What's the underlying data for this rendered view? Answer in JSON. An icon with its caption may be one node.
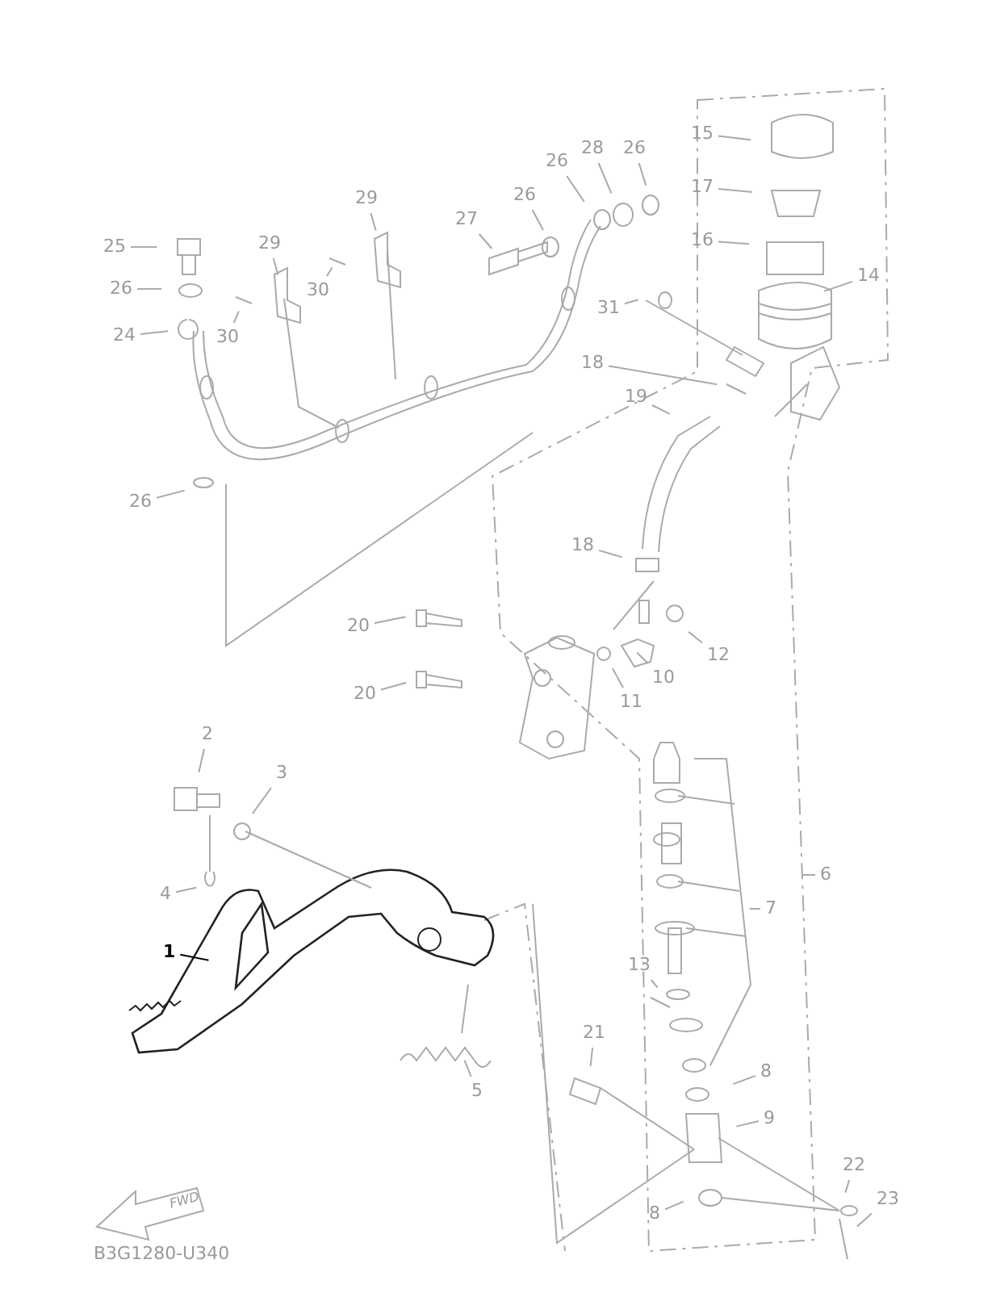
{
  "diagram": {
    "nodes": [
      {
        "text": [
          "15"
        ]
      },
      {
        "text": [
          "26"
        ]
      },
      {
        "text": [
          "17"
        ]
      },
      {
        "text": [
          "26"
        ]
      },
      {
        "text": [
          "28"
        ]
      },
      {
        "text": [
          "29"
        ]
      },
      {
        "text": [
          "26"
        ]
      },
      {
        "text": [
          "27"
        ]
      },
      {
        "text": [
          "16"
        ]
      },
      {
        "text": [
          "25"
        ]
      },
      {
        "text": [
          "29"
        ]
      },
      {
        "text": [
          "14"
        ]
      },
      {
        "text": [
          "30"
        ]
      },
      {
        "text": [
          "26"
        ]
      },
      {
        "text": [
          "31"
        ]
      },
      {
        "text": [
          "30"
        ]
      },
      {
        "text": [
          "24"
        ]
      },
      {
        "text": [
          "18"
        ]
      },
      {
        "text": [
          "19"
        ]
      },
      {
        "text": [
          "26"
        ]
      },
      {
        "text": [
          "18"
        ]
      },
      {
        "text": [
          "20"
        ]
      },
      {
        "text": [
          "12"
        ]
      },
      {
        "text": [
          "10"
        ]
      },
      {
        "text": [
          "11"
        ]
      },
      {
        "text": [
          "20"
        ]
      },
      {
        "text": [
          "2"
        ]
      },
      {
        "text": [
          "3"
        ]
      },
      {
        "text": [
          "6"
        ]
      },
      {
        "text": [
          "4"
        ]
      },
      {
        "text": [
          "7"
        ]
      },
      {
        "text": [
          "1"
        ]
      },
      {
        "text": [
          "13"
        ]
      },
      {
        "text": [
          "21"
        ]
      },
      {
        "text": [
          "8"
        ]
      },
      {
        "text": [
          "5"
        ]
      },
      {
        "text": [
          "9"
        ]
      },
      {
        "text": [
          "22"
        ]
      },
      {
        "text": [
          "23"
        ]
      },
      {
        "text": [
          "8"
        ]
      }
    ],
    "edges": [
      {
        "from": 0,
        "to": null,
        "arrow": "none"
      },
      {
        "from": 1,
        "to": null,
        "arrow": "none"
      },
      {
        "from": 2,
        "to": null,
        "arrow": "none"
      },
      {
        "from": 3,
        "to": null,
        "arrow": "none"
      },
      {
        "from": 4,
        "to": null,
        "arrow": "none"
      },
      {
        "from": 5,
        "to": null,
        "arrow": "none"
      },
      {
        "from": 6,
        "to": null,
        "arrow": "none"
      },
      {
        "from": 7,
        "to": null,
        "arrow": "none"
      },
      {
        "from": 8,
        "to": null,
        "arrow": "none"
      },
      {
        "from": 9,
        "to": null,
        "arrow": "none"
      },
      {
        "from": 10,
        "to": null,
        "arrow": "none"
      },
      {
        "from": 11,
        "to": null,
        "arrow": "none"
      },
      {
        "from": 12,
        "to": null,
        "arrow": "none"
      },
      {
        "from": 13,
        "to": null,
        "arrow": "none"
      },
      {
        "from": 14,
        "to": null,
        "arrow": "none"
      },
      {
        "from": 15,
        "to": null,
        "arrow": "none"
      },
      {
        "from": 16,
        "to": null,
        "arrow": "none"
      },
      {
        "from": 17,
        "to": null,
        "arrow": "none"
      },
      {
        "from": 18,
        "to": null,
        "arrow": "none"
      },
      {
        "from": 19,
        "to": null,
        "arrow": "none"
      },
      {
        "from": 20,
        "to": null,
        "arrow": "none"
      },
      {
        "from": 21,
        "to": null,
        "arrow": "none"
      },
      {
        "from": 22,
        "to": null,
        "arrow": "none"
      },
      {
        "from": 23,
        "to": null,
        "arrow": "none"
      },
      {
        "from": 24,
        "to": null,
        "arrow": "none"
      },
      {
        "from": 25,
        "to": null,
        "arrow": "none"
      },
      {
        "from": 26,
        "to": null,
        "arrow": "none"
      },
      {
        "from": 27,
        "to": null,
        "arrow": "none"
      },
      {
        "from": 28,
        "to": null,
        "arrow": "none"
      },
      {
        "from": 29,
        "to": null,
        "arrow": "none"
      },
      {
        "from": 30,
        "to": null,
        "arrow": "none"
      },
      {
        "from": 31,
        "to": null,
        "arrow": "none",
        "color": "#000000"
      },
      {
        "from": 32,
        "to": null,
        "arrow": "none"
      },
      {
        "from": 33,
        "to": null,
        "arrow": "none"
      },
      {
        "from": 34,
        "to": null,
        "arrow": "none"
      },
      {
        "from": 35,
        "to": null,
        "arrow": "none"
      },
      {
        "from": 36,
        "to": null,
        "arrow": "none"
      },
      {
        "from": 37,
        "to": null,
        "arrow": "none"
      },
      {
        "from": 38,
        "to": null,
        "arrow": "none"
      },
      {
        "from": 39,
        "to": null,
        "arrow": "none"
      }
    ],
    "labels": [
      "FWD",
      "B3G1280-U340"
    ]
  }
}
